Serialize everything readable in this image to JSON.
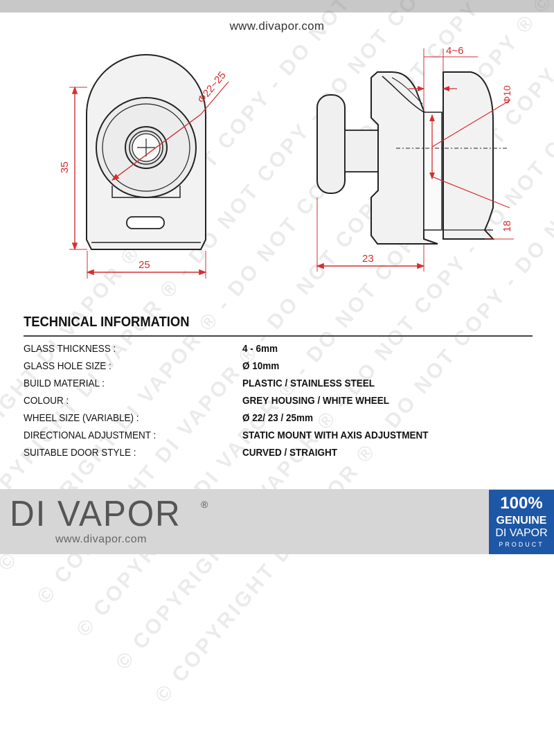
{
  "header": {
    "site_url": "www.divapor.com"
  },
  "watermark": {
    "text": "© COPYRIGHT DI VAPOR ® - DO NOT COPY - DO NOT COPY ® © COPYRIGHT DI VAPOR ® - DO NOT COPY"
  },
  "diagram": {
    "front_view": {
      "diameter_label": "Φ22~25",
      "height_label": "35",
      "width_label": "25"
    },
    "side_view": {
      "gap_label": "4~6",
      "hole_label": "Φ10",
      "height_label": "18",
      "width_label": "23"
    },
    "colors": {
      "dimension": "#d32f2f",
      "outline": "#222222",
      "fill": "#eeeeee"
    }
  },
  "technical_info": {
    "title": "TECHNICAL INFORMATION",
    "rows": [
      {
        "label": "GLASS THICKNESS :",
        "value": "4 - 6mm"
      },
      {
        "label": "GLASS HOLE SIZE :",
        "value": "Ø 10mm"
      },
      {
        "label": "BUILD MATERIAL :",
        "value": "PLASTIC / STAINLESS STEEL"
      },
      {
        "label": "COLOUR :",
        "value": "GREY HOUSING / WHITE WHEEL"
      },
      {
        "label": "WHEEL SIZE (VARIABLE) :",
        "value": "Ø 22/ 23 / 25mm"
      },
      {
        "label": "DIRECTIONAL ADJUSTMENT :",
        "value": "STATIC MOUNT WITH AXIS ADJUSTMENT"
      },
      {
        "label": "SUITABLE DOOR STYLE :",
        "value": "CURVED / STRAIGHT"
      }
    ]
  },
  "footer": {
    "brand_name": "DI VAPOR",
    "brand_reg": "®",
    "url": "www.divapor.com",
    "badge": {
      "percent": "100%",
      "genuine": "GENUINE",
      "brand": "DI VAPOR",
      "product": "PRODUCT",
      "color": "#1d57a6"
    }
  }
}
